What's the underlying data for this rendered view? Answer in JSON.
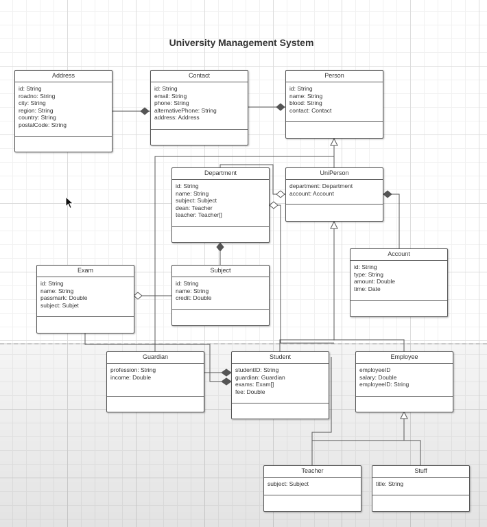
{
  "title": "University Management System",
  "colors": {
    "line": "#555555",
    "grid": "#dcdcdc",
    "text": "#333333"
  },
  "classes": {
    "address": {
      "name": "Address",
      "attrs": [
        "id: String",
        "roadno: String",
        "city: String",
        "region: String",
        "country: String",
        "postalCode: String"
      ]
    },
    "contact": {
      "name": "Contact",
      "attrs": [
        "id: String",
        "email: String",
        "phone: String",
        "alternativePhone: String",
        "address: Address"
      ]
    },
    "person": {
      "name": "Person",
      "attrs": [
        "id: String",
        "name: String",
        "blood: String",
        "contact: Contact"
      ]
    },
    "department": {
      "name": "Department",
      "attrs": [
        "id: String",
        "name: String",
        "subject: Subject",
        "dean: Teacher",
        "teacher: Teacher[]"
      ]
    },
    "uniperson": {
      "name": "UniPerson",
      "attrs": [
        "department: Department",
        "account: Account"
      ]
    },
    "account": {
      "name": "Account",
      "attrs": [
        "id: String",
        "type: String",
        "amount: Double",
        "time: Date"
      ]
    },
    "exam": {
      "name": "Exam",
      "attrs": [
        "id: String",
        "name: String",
        "passmark: Double",
        "subject: Subjet"
      ]
    },
    "subject": {
      "name": "Subject",
      "attrs": [
        "id: String",
        "name: String",
        "credit: Double"
      ]
    },
    "guardian": {
      "name": "Guardian",
      "attrs": [
        "profession: String",
        "income: Double"
      ]
    },
    "student": {
      "name": "Student",
      "attrs": [
        "studentID: String",
        "guardian: Guardian",
        "exams: Exam[]",
        "fee: Double"
      ]
    },
    "employee": {
      "name": "Employee",
      "attrs": [
        "employeeID",
        "salary: Double",
        "employeeID: String"
      ]
    },
    "teacher": {
      "name": "Teacher",
      "attrs": [
        "subject: Subject"
      ]
    },
    "stuff": {
      "name": "Stuff",
      "attrs": [
        "title: String"
      ]
    }
  },
  "icons": {
    "cursor": "mouse-pointer-icon"
  }
}
